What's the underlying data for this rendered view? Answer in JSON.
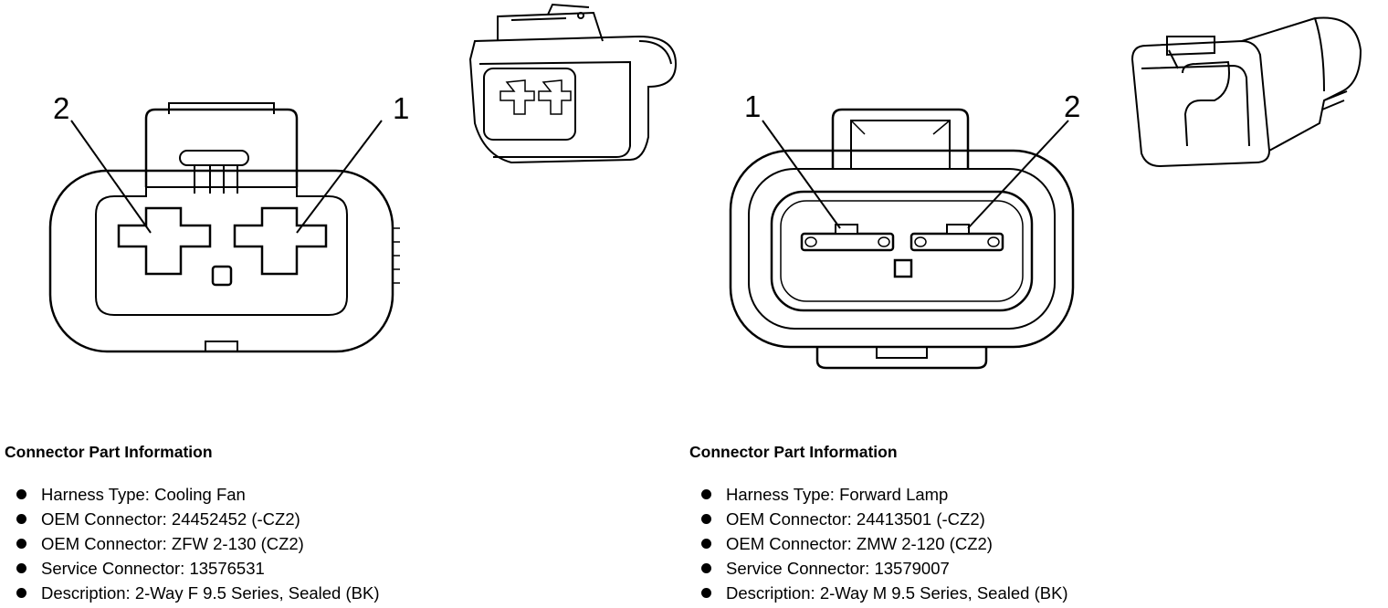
{
  "connectors": [
    {
      "pin_labels": [
        "2",
        "1"
      ],
      "info_title": "Connector Part Information",
      "items": [
        "Harness Type: Cooling Fan",
        "OEM Connector: 24452452 (-CZ2)",
        "OEM Connector: ZFW 2-130 (CZ2)",
        "Service Connector: 13576531",
        "Description: 2-Way F 9.5 Series, Sealed (BK)"
      ]
    },
    {
      "pin_labels": [
        "1",
        "2"
      ],
      "info_title": "Connector Part Information",
      "items": [
        "Harness Type: Forward Lamp",
        "OEM Connector: 24413501 (-CZ2)",
        "OEM Connector: ZMW 2-120 (CZ2)",
        "Service Connector: 13579007",
        "Description: 2-Way M 9.5 Series, Sealed (BK)"
      ]
    }
  ]
}
